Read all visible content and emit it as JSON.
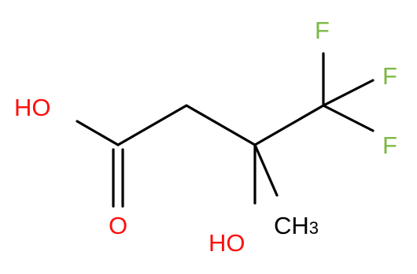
{
  "molecule": {
    "atoms": {
      "hydroxyl_acid": "HO",
      "carbonyl_oxygen": "O",
      "hydroxyl_tertiary": "HO",
      "methyl_main": "CH",
      "methyl_subscript": "3",
      "fluorine_top": "F",
      "fluorine_middle": "F",
      "fluorine_bottom": "F"
    },
    "colors": {
      "bond": "#000000",
      "oxygen": "#ff0d0d",
      "fluorine": "#7db944",
      "carbon": "#000000"
    }
  }
}
